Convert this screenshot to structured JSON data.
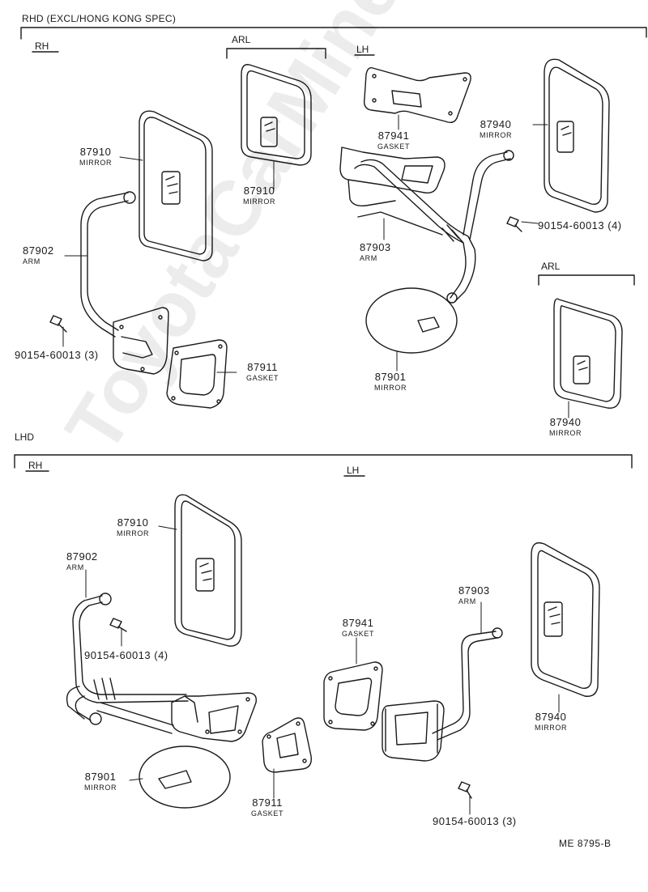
{
  "header": {
    "title": "RHD (EXCL/HONG KONG SPEC)"
  },
  "sections": {
    "rhd_rh": "RH",
    "rhd_lh": "LH",
    "rhd_arl_1": "ARL",
    "rhd_arl_2": "ARL",
    "lhd": "LHD",
    "lhd_rh": "RH",
    "lhd_lh": "LH"
  },
  "parts": {
    "p1": {
      "num": "87910",
      "name": "MIRROR"
    },
    "p2": {
      "num": "87910",
      "name": "MIRROR"
    },
    "p3": {
      "num": "87902",
      "name": "ARM"
    },
    "p4": {
      "num": "90154-60013 (3)",
      "name": ""
    },
    "p5": {
      "num": "87911",
      "name": "GASKET"
    },
    "p6": {
      "num": "87941",
      "name": "GASKET"
    },
    "p7": {
      "num": "87940",
      "name": "MIRROR"
    },
    "p8": {
      "num": "90154-60013 (4)",
      "name": ""
    },
    "p9": {
      "num": "87903",
      "name": "ARM"
    },
    "p10": {
      "num": "87901",
      "name": "MIRROR"
    },
    "p11": {
      "num": "87940",
      "name": "MIRROR"
    },
    "p12": {
      "num": "87910",
      "name": "MIRROR"
    },
    "p13": {
      "num": "87902",
      "name": "ARM"
    },
    "p14": {
      "num": "90154-60013 (4)",
      "name": ""
    },
    "p15": {
      "num": "87941",
      "name": "GASKET"
    },
    "p16": {
      "num": "87903",
      "name": "ARM"
    },
    "p17": {
      "num": "87940",
      "name": "MIRROR"
    },
    "p18": {
      "num": "87901",
      "name": "MIRROR"
    },
    "p19": {
      "num": "87911",
      "name": "GASKET"
    },
    "p20": {
      "num": "90154-60013 (3)",
      "name": ""
    }
  },
  "footer": {
    "code": "ME 8795-B"
  },
  "watermark": "ToyotaCarMine.ru"
}
